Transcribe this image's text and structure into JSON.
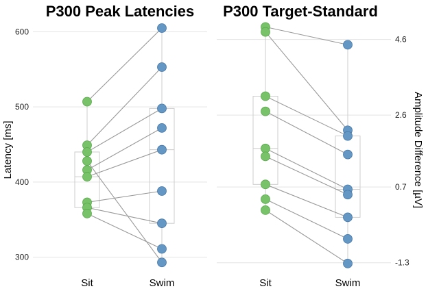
{
  "chart_data": [
    {
      "type": "scatter",
      "subtype": "paired-dot-boxplot",
      "title": "P300 Peak Latencies",
      "ylabel": "Latency [ms]",
      "ylim": [
        285,
        615
      ],
      "yticks": [
        300,
        400,
        500,
        600
      ],
      "y_axis_side": "left",
      "categories": [
        "Sit",
        "Swim"
      ],
      "grid": true,
      "colors": {
        "Sit": "#78c26a",
        "Swim": "#6497c4"
      },
      "pairs": [
        {
          "sit": 507,
          "swim": 605
        },
        {
          "sit": 449,
          "swim": 553
        },
        {
          "sit": 440,
          "swim": 498
        },
        {
          "sit": 416,
          "swim": 472
        },
        {
          "sit": 407,
          "swim": 443
        },
        {
          "sit": 373,
          "swim": 388
        },
        {
          "sit": 366,
          "swim": 345
        },
        {
          "sit": 358,
          "swim": 311
        },
        {
          "sit": 428,
          "swim": 293
        }
      ],
      "boxes": {
        "Sit": {
          "q1": 366,
          "median": 407,
          "q3": 440,
          "whisker_low": 358,
          "whisker_high": 507
        },
        "Swim": {
          "q1": 345,
          "median": 443,
          "q3": 498,
          "whisker_low": 293,
          "whisker_high": 605
        }
      }
    },
    {
      "type": "scatter",
      "subtype": "paired-dot-boxplot",
      "title": "P300 Target-Standard",
      "ylabel": "Amplitude Difference [µV]",
      "ylim": [
        -1.45,
        5.1
      ],
      "yticks": [
        -1.3,
        0.7,
        2.6,
        4.6
      ],
      "y_axis_side": "right",
      "categories": [
        "Sit",
        "Swim"
      ],
      "grid": true,
      "colors": {
        "Sit": "#78c26a",
        "Swim": "#6497c4"
      },
      "pairs": [
        {
          "sit": 4.93,
          "swim": 4.46
        },
        {
          "sit": 4.8,
          "swim": 2.2
        },
        {
          "sit": 3.1,
          "swim": 2.05
        },
        {
          "sit": 2.7,
          "swim": 1.56
        },
        {
          "sit": 1.72,
          "swim": 0.64
        },
        {
          "sit": 1.51,
          "swim": 0.5
        },
        {
          "sit": 0.77,
          "swim": -0.1
        },
        {
          "sit": 0.38,
          "swim": -0.67
        },
        {
          "sit": 0.09,
          "swim": -1.32
        }
      ],
      "boxes": {
        "Sit": {
          "q1": 0.77,
          "median": 1.72,
          "q3": 3.1,
          "whisker_low": 0.09,
          "whisker_high": 4.93
        },
        "Swim": {
          "q1": -0.1,
          "median": 0.64,
          "q3": 2.05,
          "whisker_low": -1.32,
          "whisker_high": 4.46
        }
      }
    }
  ]
}
